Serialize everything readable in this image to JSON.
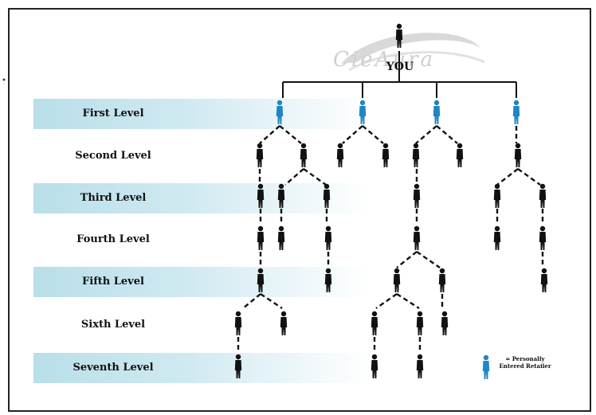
{
  "root_label": "YOU",
  "logo_text": "CieAura",
  "legend_label": "= Personally Entered Retailer",
  "colors": {
    "band": "#b9dfe9",
    "sponsored": "#1f86c4",
    "figure": "#111111",
    "connector": "#111111"
  },
  "levels": [
    {
      "label": "First Level",
      "highlight": true
    },
    {
      "label": "Second Level",
      "highlight": false
    },
    {
      "label": "Third Level",
      "highlight": true
    },
    {
      "label": "Fourth Level",
      "highlight": false
    },
    {
      "label": "Fifth Level",
      "highlight": true
    },
    {
      "label": "Sixth Level",
      "highlight": false
    },
    {
      "label": "Seventh Level",
      "highlight": true
    }
  ],
  "icons": {
    "person": "person-icon",
    "sponsored_person": "personally-entered-person-icon"
  }
}
